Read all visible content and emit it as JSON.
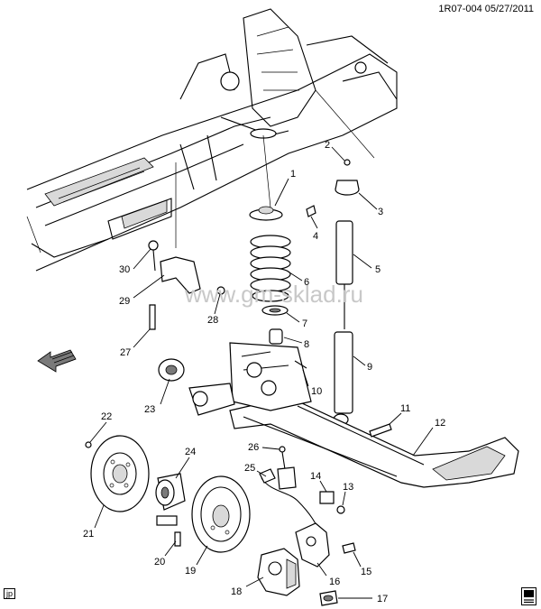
{
  "header": {
    "reference": "1R07-004 05/27/2011"
  },
  "watermark": "www.gm-sklad.ru",
  "corner_tag": "jp",
  "icons": {
    "direction_arrow": "front-direction-arrow-icon",
    "manual": "service-manual-icon"
  },
  "callouts": [
    "1",
    "2",
    "3",
    "4",
    "5",
    "6",
    "7",
    "8",
    "9",
    "10",
    "11",
    "12",
    "13",
    "14",
    "15",
    "16",
    "17",
    "18",
    "19",
    "20",
    "21",
    "22",
    "23",
    "24",
    "25",
    "26",
    "27",
    "28",
    "29",
    "30"
  ]
}
